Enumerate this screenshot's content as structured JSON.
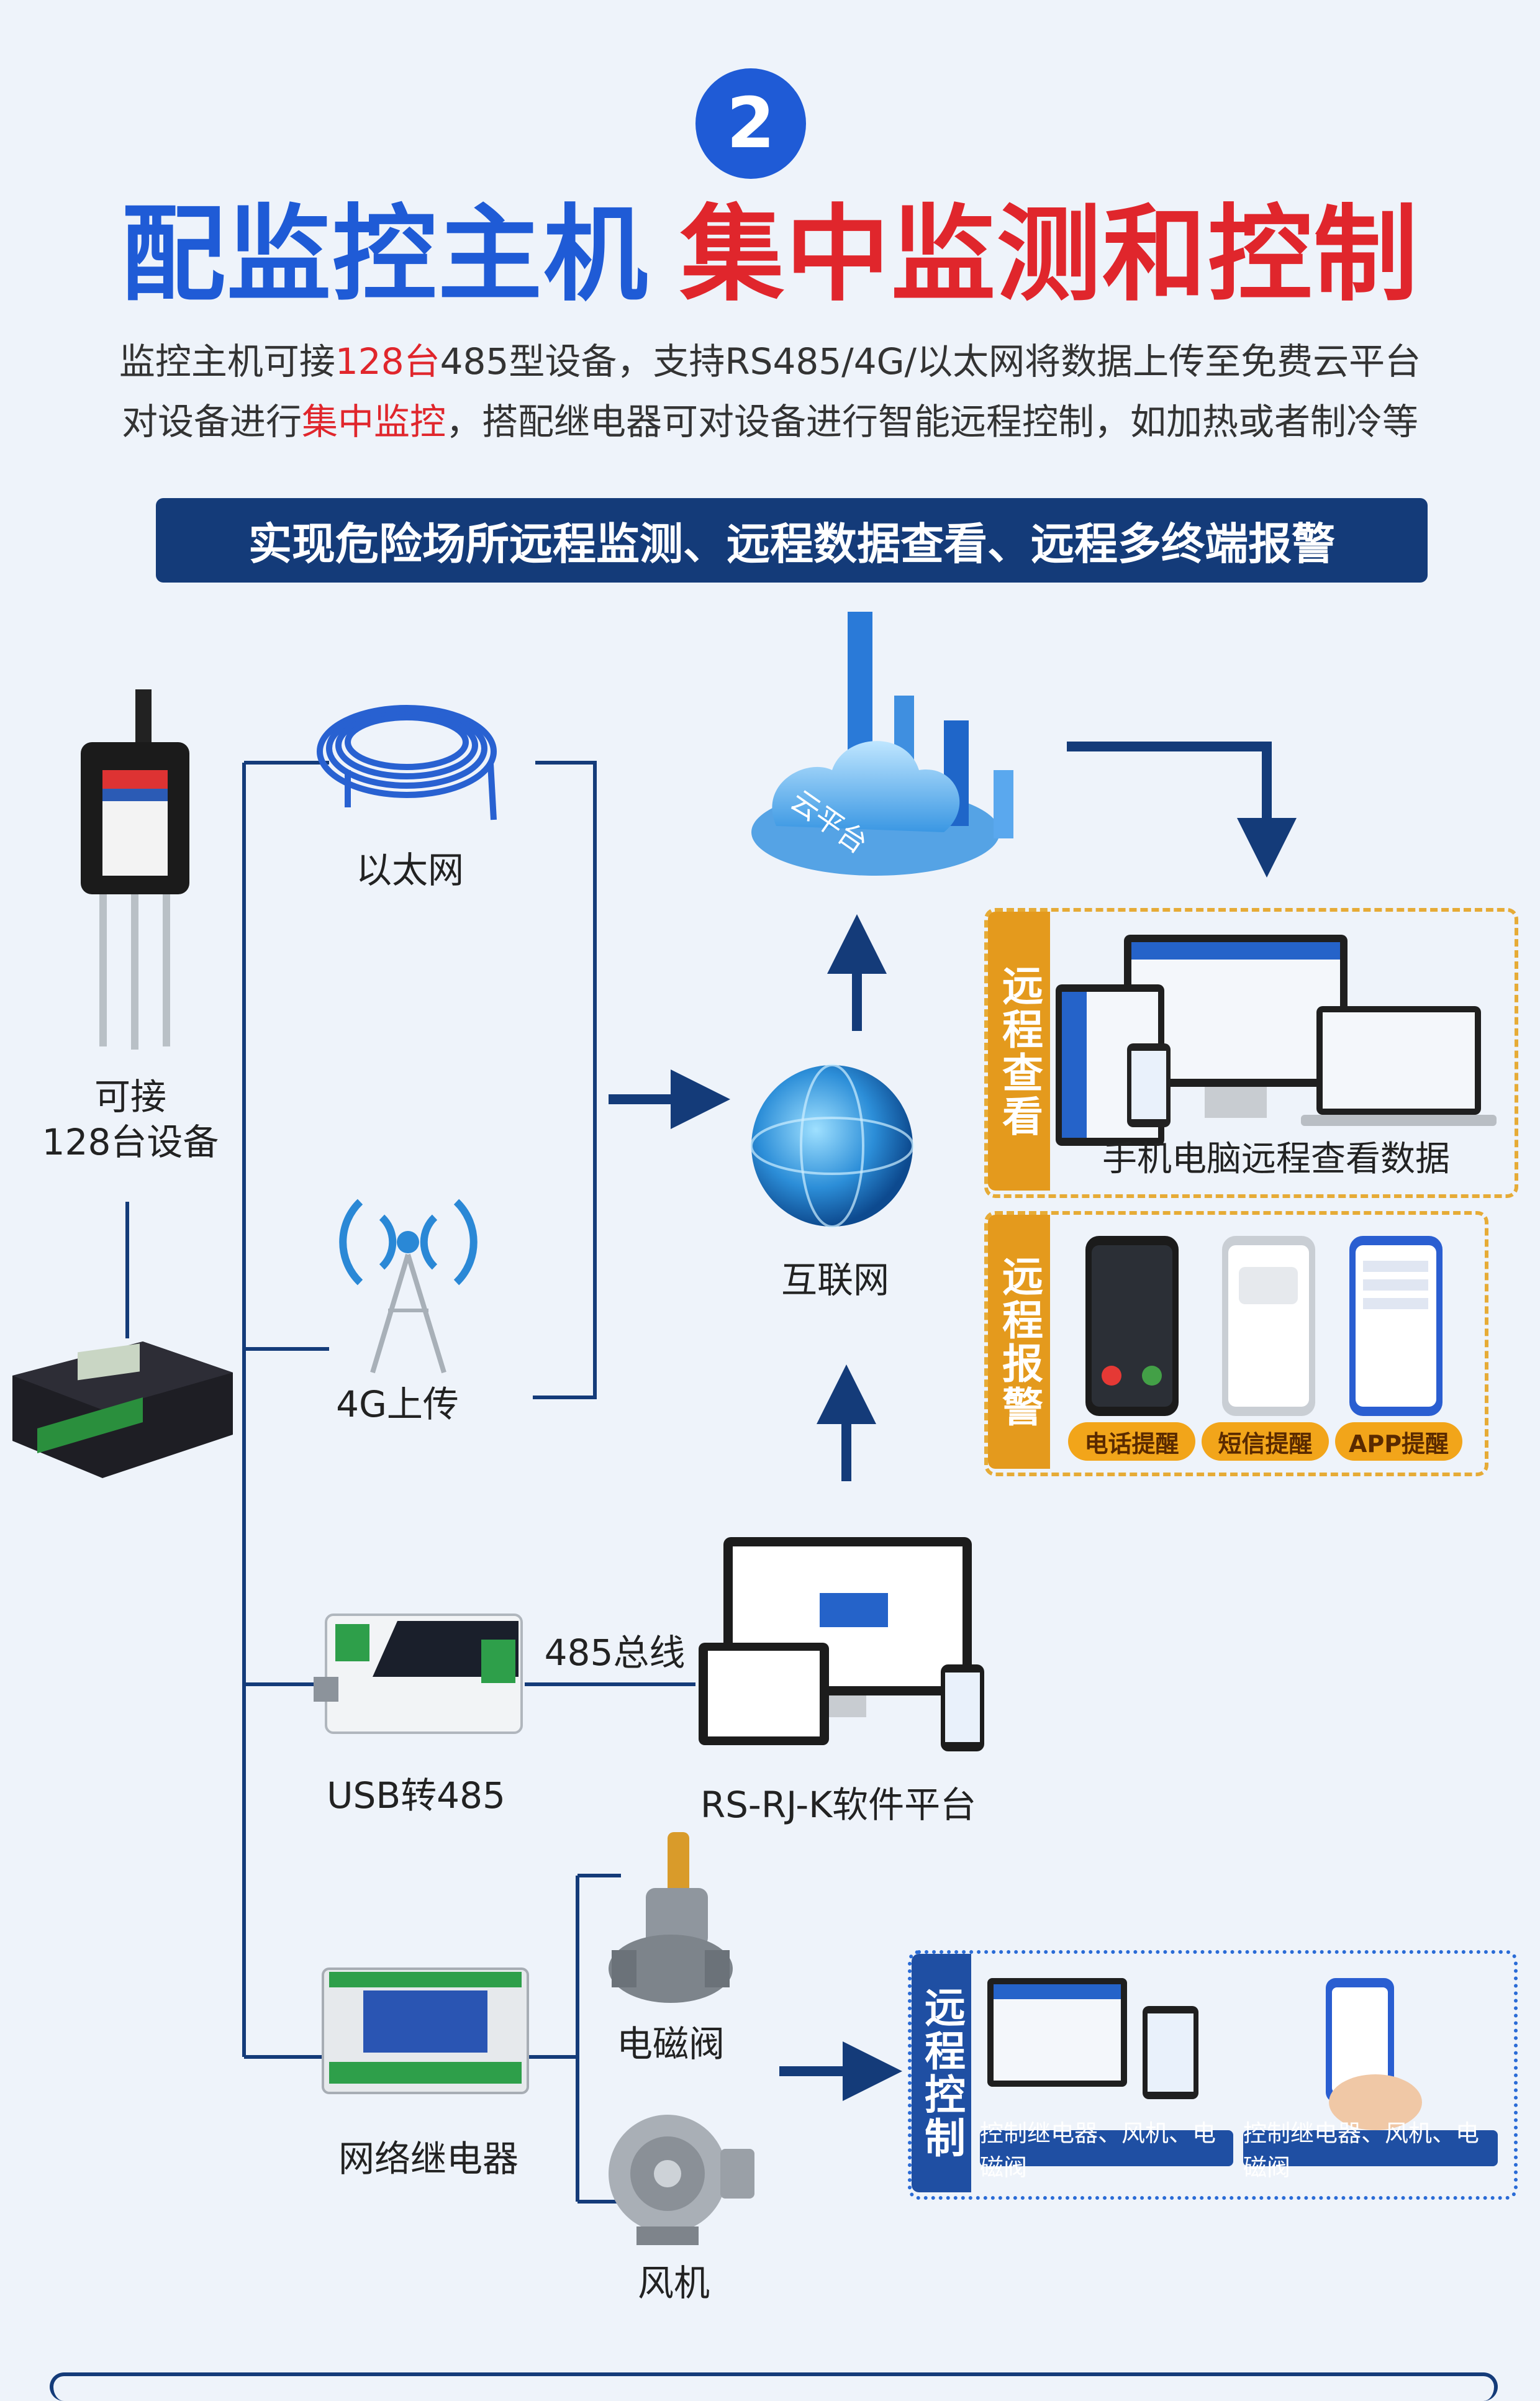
{
  "header": {
    "step_number": "2",
    "title_blue": "配监控主机",
    "title_red": "集中监测和控制",
    "line1_a": "监控主机可接",
    "line1_hl": "128台",
    "line1_b": "485型设备，支持RS485/4G/以太网将数据上传至免费云平台",
    "line2_a": "对设备进行",
    "line2_hl": "集中监控",
    "line2_b": "，搭配继电器可对设备进行智能远程控制，如加热或者制冷等",
    "banner": "实现危险场所远程监测、远程数据查看、远程多终端报警"
  },
  "diagram": {
    "sensor_label_1": "可接",
    "sensor_label_2": "128台设备",
    "ethernet_label": "以太网",
    "g4_label": "4G上传",
    "cloud_label": "云平台",
    "internet_label": "互联网",
    "usb485_label": "USB转485",
    "bus_label": "485总线",
    "software_label": "RS-RJ-K软件平台",
    "relay_label": "网络继电器",
    "valve_label": "电磁阀",
    "fan_label": "风机"
  },
  "remote_view": {
    "side_title": "远程查看",
    "caption": "手机电脑远程查看数据"
  },
  "remote_alarm": {
    "side_title": "远程报警",
    "pills": [
      "电话提醒",
      "短信提醒",
      "APP提醒"
    ]
  },
  "remote_control": {
    "side_title": "远程控制",
    "captions": [
      "控制继电器、风机、电磁阀",
      "控制继电器、风机、电磁阀"
    ]
  },
  "colors": {
    "brand_blue": "#1f5bd6",
    "accent_red": "#e0262c",
    "navy": "#143b79",
    "orange": "#e49a1d"
  }
}
